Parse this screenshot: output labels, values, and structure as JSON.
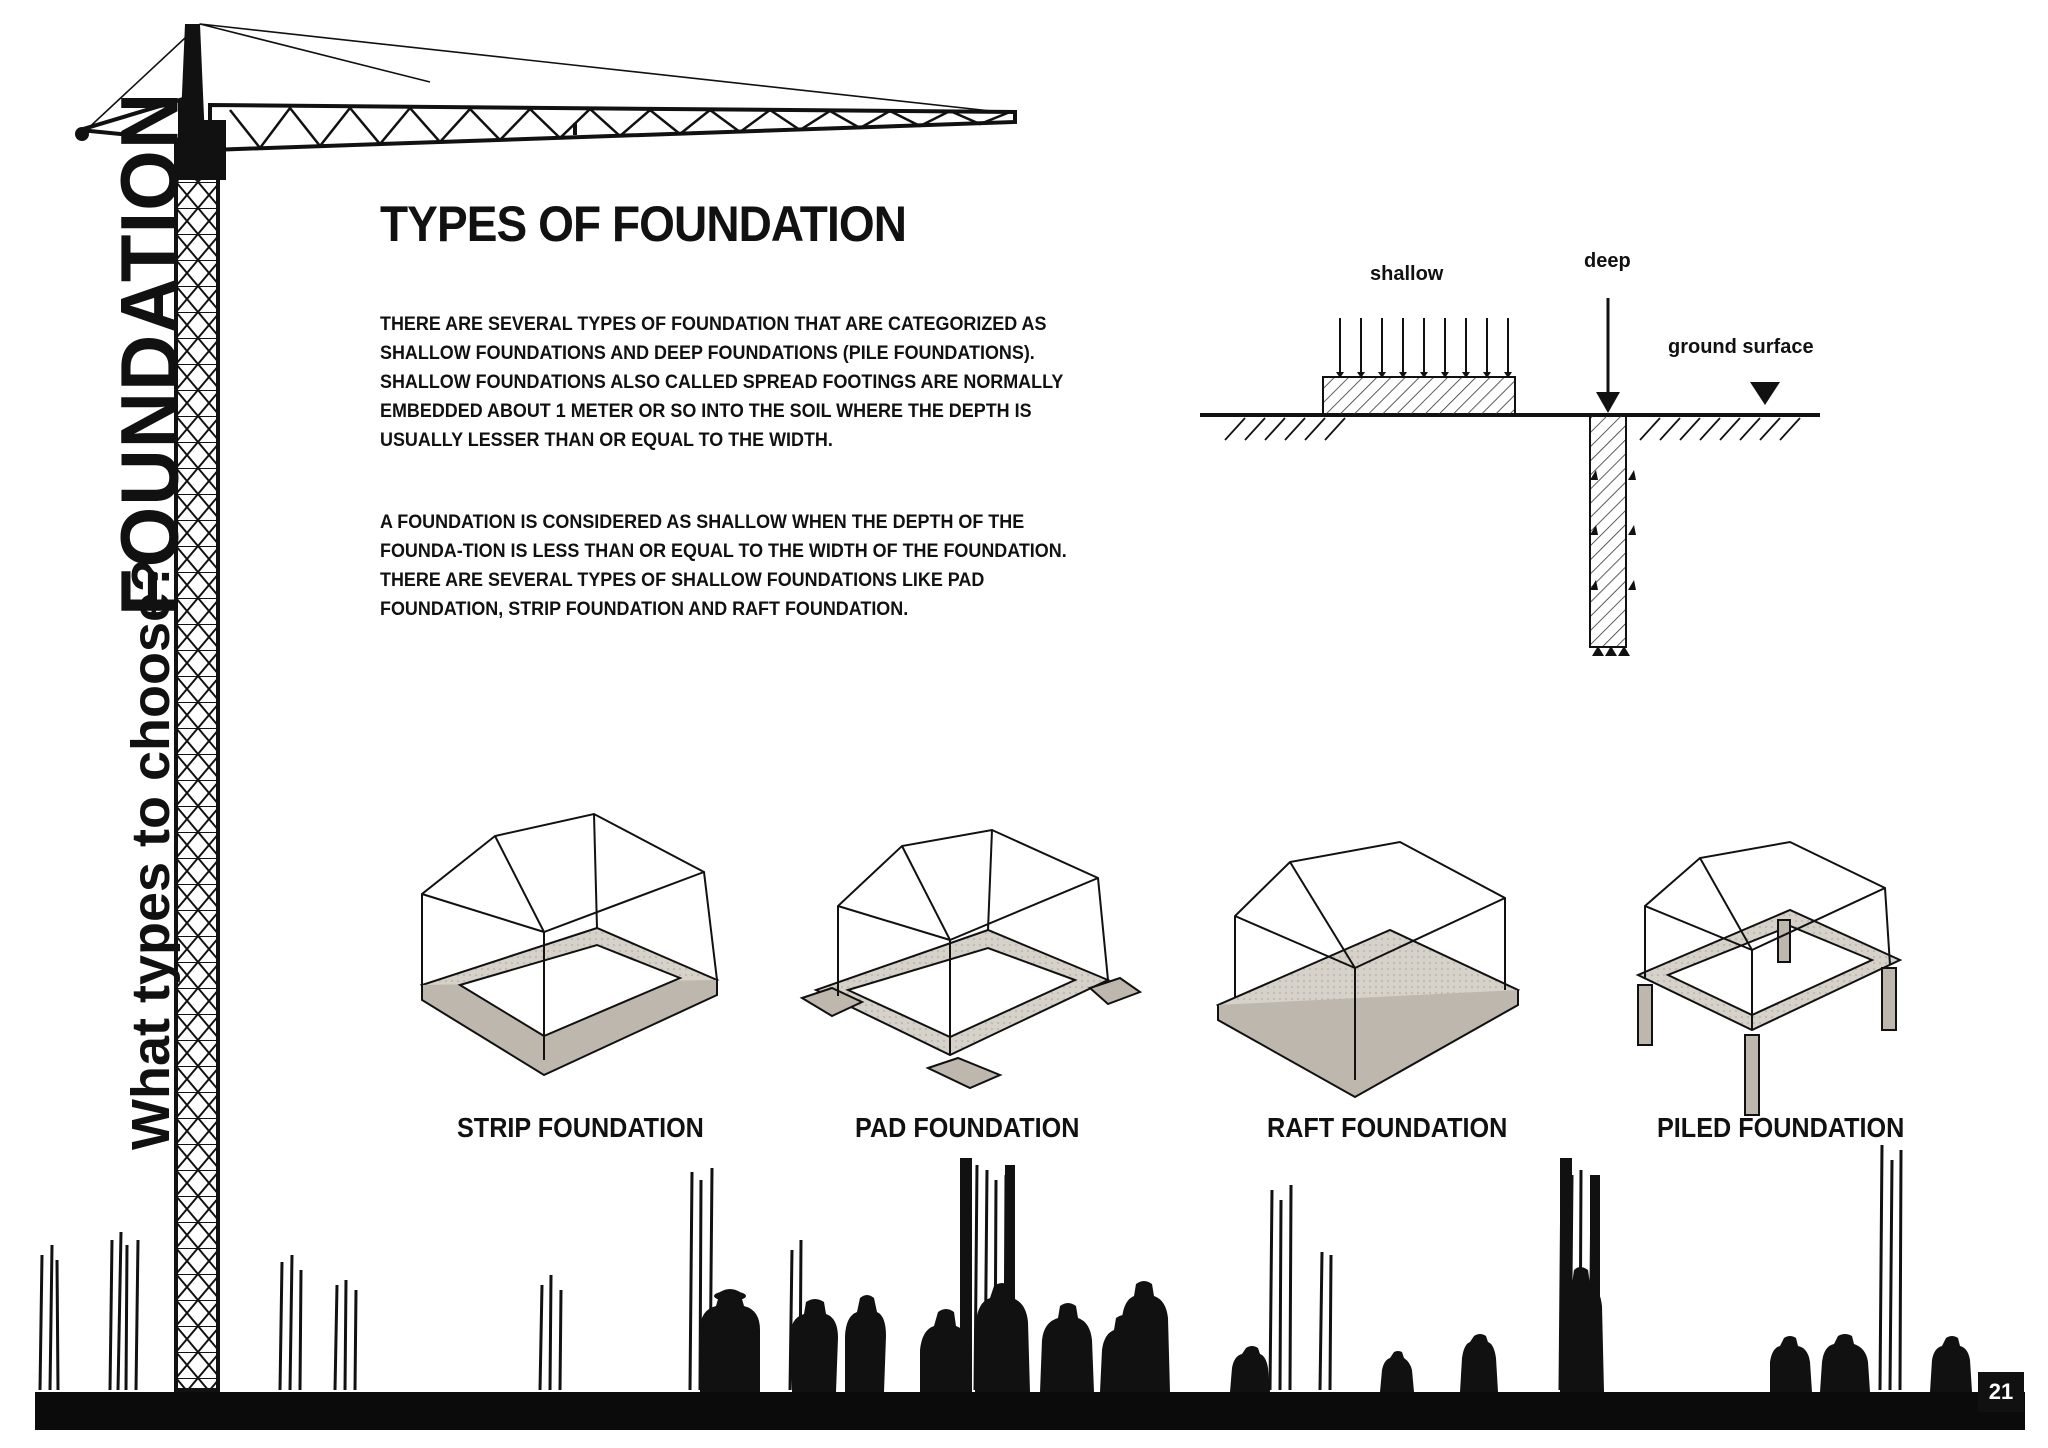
{
  "vertical": {
    "main": "FOUNDATION",
    "question": "What types to choose?"
  },
  "page_title": "TYPES OF FOUNDATION",
  "paragraphs": [
    "THERE ARE SEVERAL TYPES OF FOUNDATION THAT ARE CATEGORIZED AS SHALLOW FOUNDATIONS AND DEEP FOUNDATIONS (PILE FOUNDATIONS). SHALLOW FOUNDATIONS ALSO CALLED SPREAD FOOTINGS ARE NORMALLY EMBEDDED ABOUT 1 METER OR SO INTO THE SOIL WHERE THE DEPTH IS USUALLY LESSER THAN OR EQUAL TO THE WIDTH.",
    "A FOUNDATION IS CONSIDERED AS SHALLOW WHEN THE DEPTH OF THE FOUNDA-TION IS LESS THAN OR EQUAL TO THE WIDTH OF THE FOUNDATION. THERE ARE SEVERAL TYPES OF SHALLOW FOUNDATIONS LIKE PAD FOUNDATION, STRIP FOUNDATION AND RAFT FOUNDATION."
  ],
  "diagram_labels": {
    "shallow": "shallow",
    "deep": "deep",
    "ground": "ground surface"
  },
  "foundation_types": [
    {
      "label": "STRIP FOUNDATION"
    },
    {
      "label": "PAD FOUNDATION"
    },
    {
      "label": "RAFT FOUNDATION"
    },
    {
      "label": "PILED FOUNDATION"
    }
  ],
  "page_number": "21",
  "colors": {
    "ink": "#111111",
    "paper": "#ffffff",
    "concrete": "#cfcac2"
  }
}
